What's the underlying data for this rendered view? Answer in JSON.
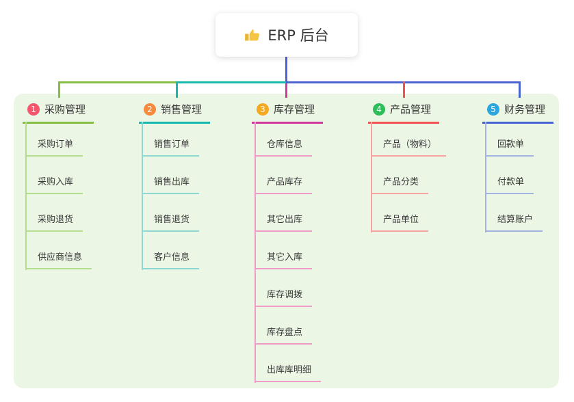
{
  "root": {
    "title": "ERP 后台",
    "icon": "thumbs-up"
  },
  "canvas": {
    "background": "#ffffff",
    "panel_color": "#ebf6e5",
    "root_connector_color": "#4a63d3",
    "text_color": "#333333"
  },
  "branches": [
    {
      "number": "1",
      "title": "采购管理",
      "badge_color": "#f4566e",
      "line_color": "#85bd45",
      "child_line_color": "#b5dd8f",
      "children": [
        "采购订单",
        "采购入库",
        "采购退货",
        "供应商信息"
      ]
    },
    {
      "number": "2",
      "title": "销售管理",
      "badge_color": "#f78a3c",
      "line_color": "#17b8ae",
      "child_line_color": "#8fd8d2",
      "children": [
        "销售订单",
        "销售出库",
        "销售退货",
        "客户信息"
      ]
    },
    {
      "number": "3",
      "title": "库存管理",
      "badge_color": "#f5a821",
      "line_color": "#d03a9b",
      "child_line_color": "#f19bc9",
      "children": [
        "仓库信息",
        "产品库存",
        "其它出库",
        "其它入库",
        "库存调拨",
        "库存盘点",
        "出库库明细"
      ]
    },
    {
      "number": "4",
      "title": "产品管理",
      "badge_color": "#2fbd5c",
      "line_color": "#f05352",
      "child_line_color": "#f6a3a1",
      "children": [
        "产品（物料）",
        "产品分类",
        "产品单位"
      ]
    },
    {
      "number": "5",
      "title": "财务管理",
      "badge_color": "#2ba6df",
      "line_color": "#4a63d3",
      "child_line_color": "#a2b3e2",
      "children": [
        "回款单",
        "付款单",
        "结算账户"
      ]
    }
  ]
}
